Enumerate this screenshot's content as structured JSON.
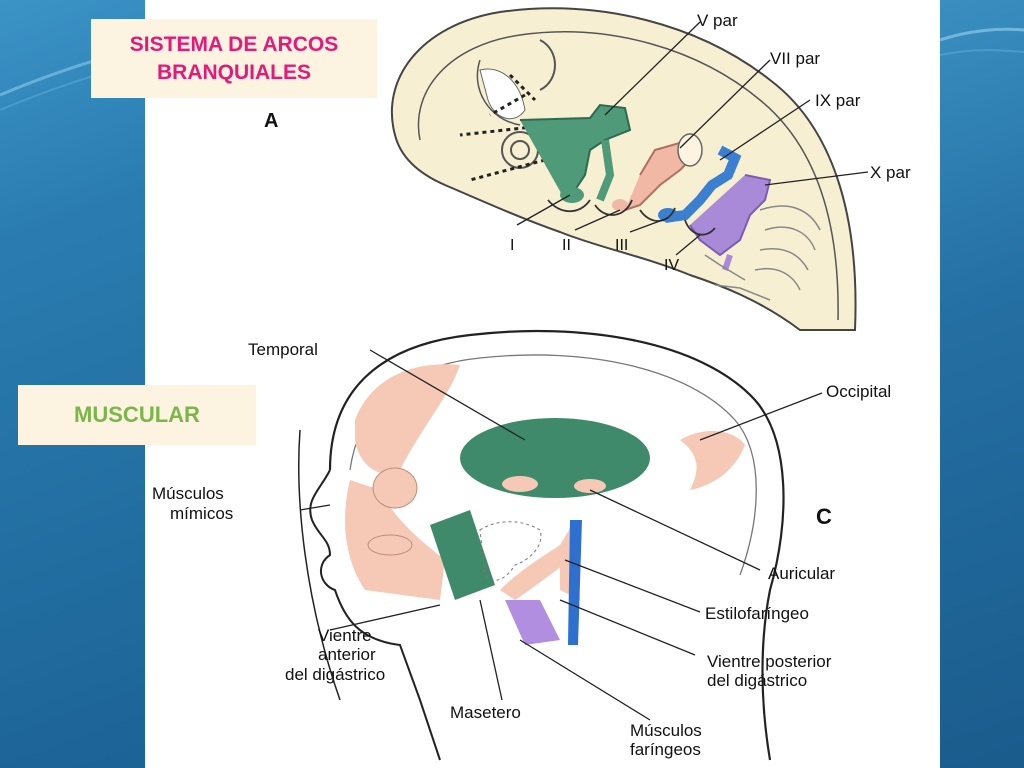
{
  "slide": {
    "title_line1": "SISTEMA DE ARCOS",
    "title_line2": "BRANQUIALES",
    "section_label": "MUSCULAR"
  },
  "diagram_a": {
    "panel_letter": "A",
    "nerves": [
      "V par",
      "VII par",
      "IX par",
      "X par"
    ],
    "arches": [
      "I",
      "II",
      "III",
      "IV"
    ]
  },
  "diagram_c": {
    "panel_letter": "C",
    "labels": {
      "temporal": "Temporal",
      "occipital": "Occipital",
      "musculos_mimicos_1": "Músculos",
      "musculos_mimicos_2": "mímicos",
      "auricular": "Auricular",
      "estilofaringeo": "Estilofaríngeo",
      "vientre_anterior_1": "Vientre",
      "vientre_anterior_2": "anterior",
      "vientre_anterior_3": "del digástrico",
      "vientre_posterior_1": "Vientre posterior",
      "vientre_posterior_2": "del digástrico",
      "masetero": "Masetero",
      "musculos_faringeos_1": "Músculos",
      "musculos_faringeos_2": "faríngeos"
    }
  },
  "colors": {
    "title_text": "#e5197a",
    "section_text": "#7ab648",
    "label_bg": "#fdf3e1",
    "embryo_fill": "#f6efd2",
    "nerve_v": "#4f9a78",
    "nerve_vii": "#f2b8a6",
    "nerve_ix": "#3b7fd0",
    "nerve_x": "#a98ad8",
    "muscle_pink": "#f6c8b6",
    "muscle_green": "#3f8a6a",
    "muscle_blue": "#2f6fd0",
    "muscle_purple": "#b18ee0"
  }
}
